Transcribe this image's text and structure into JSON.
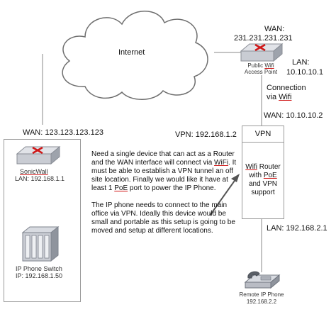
{
  "cloud": {
    "label": "Internet"
  },
  "access_point": {
    "wan_label": "WAN:",
    "wan_ip": "231.231.231.231",
    "name_line1": "Public",
    "name_wifi": "Wifi",
    "name_line2": "Access Point",
    "lan_label": "LAN:",
    "lan_ip": "10.10.10.1",
    "connection_line1": "Connection",
    "connection_line2_prefix": "via ",
    "connection_line2_wifi": "Wifi"
  },
  "vpn_router": {
    "wan_label": "WAN: 10.10.10.2",
    "vpn_ip_label": "VPN: 192.168.1.2",
    "header": "VPN",
    "line1_wifi": "Wifi",
    "line1_rest": " Router",
    "line2_prefix": "with ",
    "line2_poe": "PoE",
    "line3": "and VPN",
    "line4": "support",
    "lan_label": "LAN: 192.168.2.1"
  },
  "sonicwall": {
    "wan_label": "WAN: 123.123.123.123",
    "name": "SonicWall",
    "lan_label": "LAN: 192.168.1.1"
  },
  "ip_phone_switch": {
    "name": "IP Phone Switch",
    "ip": "IP: 192.168.1.50"
  },
  "remote_phone": {
    "name": "Remote IP Phone",
    "ip": "192.168.2.2"
  },
  "note": {
    "p1_a": "Need a single device that can act as a Router and the WAN interface will connect via ",
    "p1_wifi": "WiFi",
    "p1_b": ". It must be able to establish a VPN tunnel an off site location. Finally we would like it have at least 1 ",
    "p1_poe": "PoE",
    "p1_c": " port to power the IP Phone.",
    "p2": "The IP phone needs to connect to the main office via VPN.  Ideally this device would be small and portable as this setup is going to be moved and setup at different locations."
  },
  "colors": {
    "wire": "#8a8a8a",
    "accent_red": "#d01818",
    "device_silver": "#c9ccd3",
    "device_dark": "#7e838d"
  }
}
